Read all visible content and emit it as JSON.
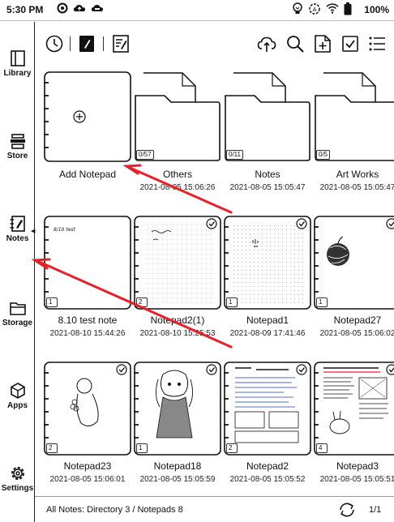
{
  "status": {
    "time": "5:30 PM",
    "battery": "100%"
  },
  "sidebar": {
    "items": [
      {
        "label": "Library",
        "icon": "library-icon"
      },
      {
        "label": "Store",
        "icon": "store-icon"
      },
      {
        "label": "Notes",
        "icon": "notes-icon",
        "active": true
      },
      {
        "label": "Storage",
        "icon": "storage-icon"
      },
      {
        "label": "Apps",
        "icon": "apps-icon"
      },
      {
        "label": "Settings",
        "icon": "settings-icon"
      }
    ]
  },
  "toolbar": {
    "left_icons": [
      "recent-icon",
      "notepad-icon",
      "list-notes-icon"
    ],
    "right_icons": [
      "cloud-sync-icon",
      "search-icon",
      "new-folder-icon",
      "select-icon",
      "menu-icon"
    ]
  },
  "grid": {
    "items": [
      {
        "name": "Add Notepad",
        "date": "",
        "count": "",
        "kind": "add"
      },
      {
        "name": "Others",
        "date": "2021-08-05 15:06:26",
        "count": "0/57",
        "kind": "folder"
      },
      {
        "name": "Notes",
        "date": "2021-08-05 15:05:47",
        "count": "0/11",
        "kind": "folder"
      },
      {
        "name": "Art Works",
        "date": "2021-08-05 15:05:47",
        "count": "0/5",
        "kind": "folder"
      },
      {
        "name": "8.10 test note",
        "date": "2021-08-10 15:44:26",
        "count": "1",
        "kind": "note",
        "checked": false
      },
      {
        "name": "Notepad2(1)",
        "date": "2021-08-10 15:25:53",
        "count": "2",
        "kind": "note",
        "checked": true
      },
      {
        "name": "Notepad1",
        "date": "2021-08-09 17:41:46",
        "count": "1",
        "kind": "note",
        "checked": true
      },
      {
        "name": "Notepad27",
        "date": "2021-08-05 15:06:02",
        "count": "1",
        "kind": "note",
        "checked": true
      },
      {
        "name": "Notepad23",
        "date": "2021-08-05 15:06:01",
        "count": "2",
        "kind": "note",
        "checked": true
      },
      {
        "name": "Notepad18",
        "date": "2021-08-05 15:05:59",
        "count": "1",
        "kind": "note",
        "checked": true
      },
      {
        "name": "Notepad2",
        "date": "2021-08-05 15:05:52",
        "count": "2",
        "kind": "note",
        "checked": true
      },
      {
        "name": "Notepad3",
        "date": "2021-08-05 15:05:51",
        "count": "4",
        "kind": "note",
        "checked": true
      }
    ],
    "thumb_texts": {
      "note1": "8/10 test"
    }
  },
  "footer": {
    "summary": "All Notes: Directory 3 / Notepads 8",
    "page": "1/1"
  },
  "colors": {
    "arrow": "#e8202a",
    "ink": "#111111"
  }
}
